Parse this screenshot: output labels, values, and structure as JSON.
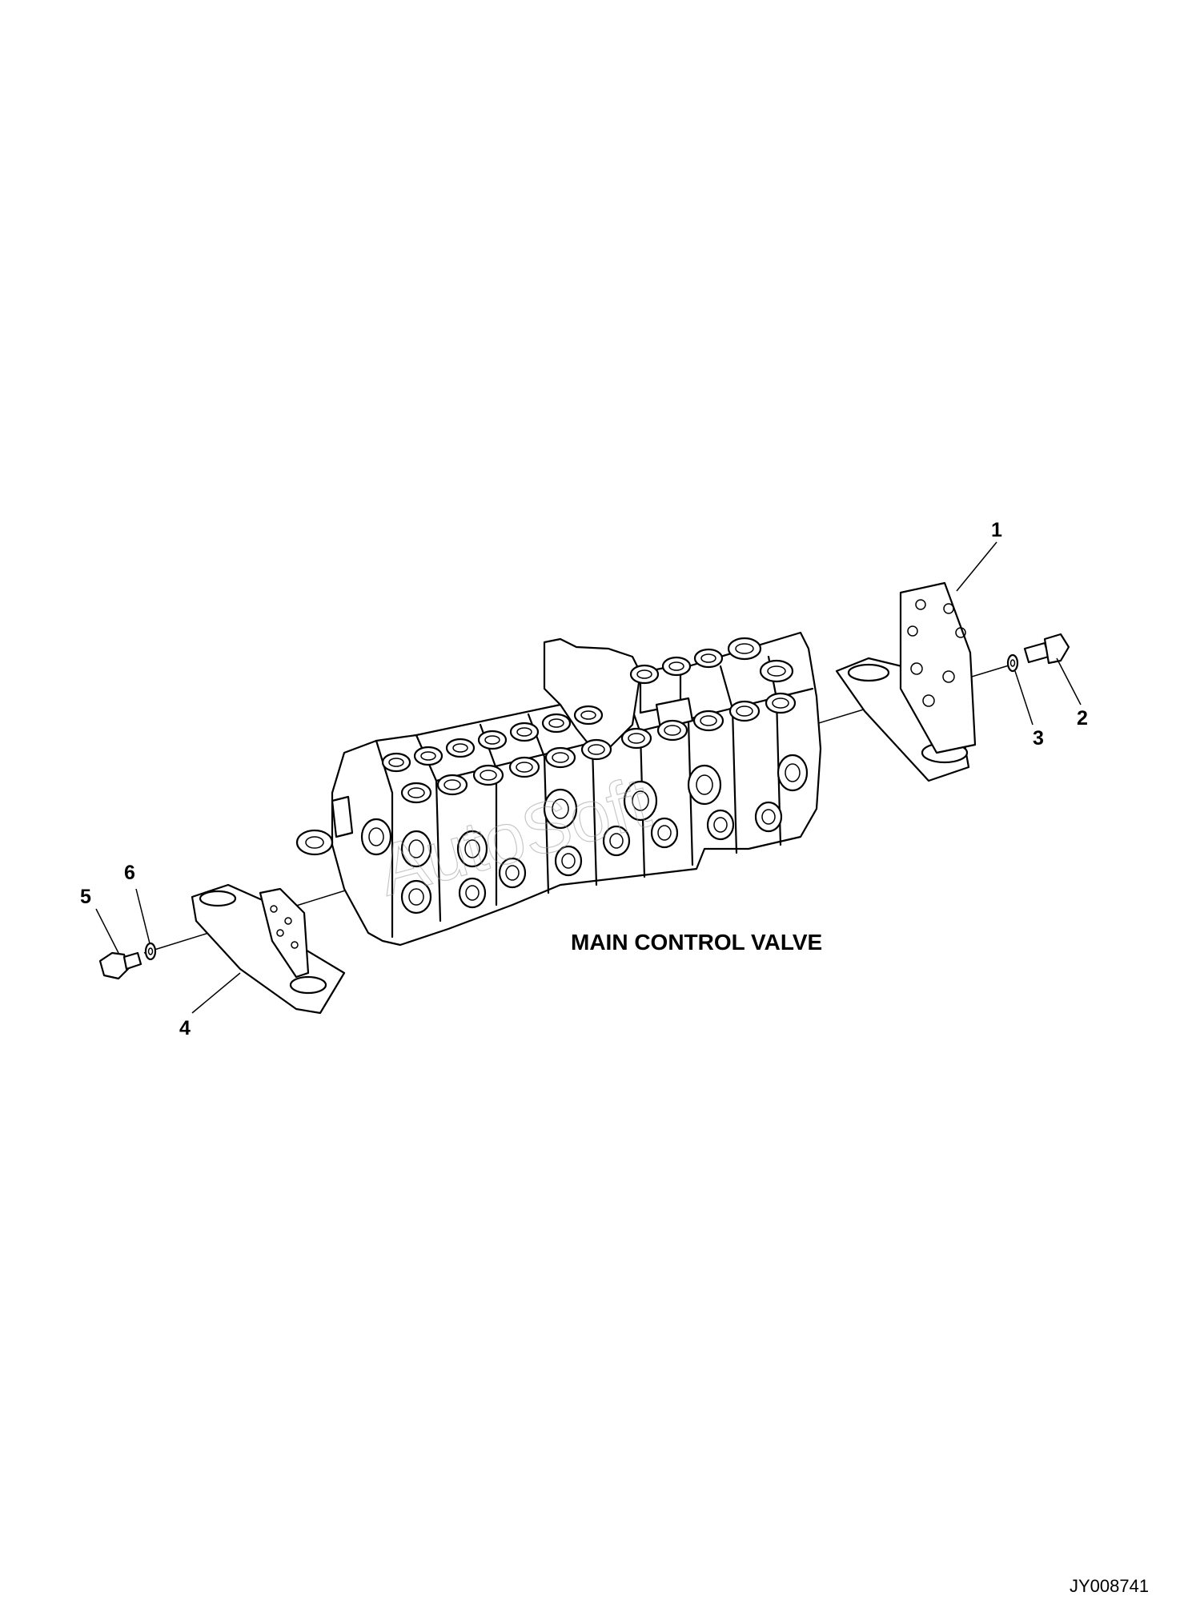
{
  "diagram": {
    "caption": "MAIN CONTROL VALVE",
    "document_id": "JY008741",
    "watermark": "AutoSoft",
    "callouts": [
      {
        "id": "callout-1",
        "label": "1"
      },
      {
        "id": "callout-2",
        "label": "2"
      },
      {
        "id": "callout-3",
        "label": "3"
      },
      {
        "id": "callout-4",
        "label": "4"
      },
      {
        "id": "callout-5",
        "label": "5"
      },
      {
        "id": "callout-6",
        "label": "6"
      }
    ]
  }
}
